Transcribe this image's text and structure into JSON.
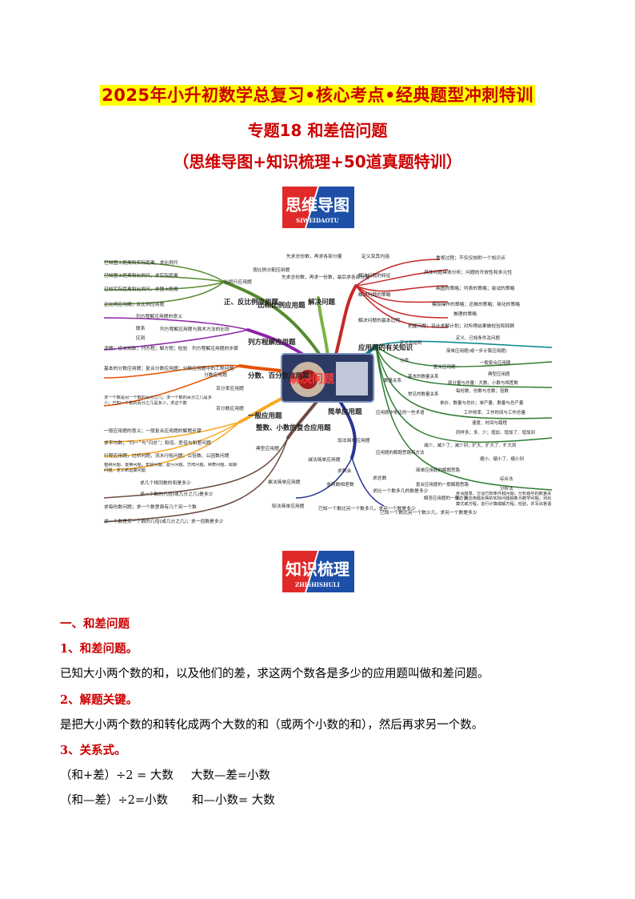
{
  "header": {
    "title": "2025年小升初数学总复习•核心考点•经典题型冲刺特训",
    "subtitle": "专题18  和差倍问题",
    "tagline": "（思维导图+知识梳理+50道真题特训）"
  },
  "badges": {
    "mindmap": {
      "title": "思维导图",
      "pinyin": "SIWEIDAOTU"
    },
    "knowledge": {
      "title": "知识梳理",
      "pinyin": "ZHISHISHULI"
    }
  },
  "mindmap": {
    "center": "解决问题",
    "branches": {
      "b1": "解决问题",
      "b2": "应用题的有关知识",
      "b3": "简单应用题",
      "b4": "整数、小数的复合应用题",
      "b5": "一般应用题",
      "b6": "分数、百分数应用题",
      "b7": "列方程解应用题",
      "b8": "比和比例应用题",
      "b9": "正、反比例应用题"
    },
    "right_top": {
      "n1": "定义及其内涵",
      "n2": "解决问题的特征",
      "n3": "解决问题的策略",
      "n4": "解决问题的基本过程",
      "l1": "重视过程；不仅仅依附一个知识点",
      "l2": "具体问题具体分析；问题的开放性和多元性",
      "l3": "画图的策略；列表的策略；尝试的策略",
      "l4": "模拟操作的策略；还推的策略；简化的策略",
      "l5": "推理的策略",
      "l6": "把握问题；设计求解计划；对所得结果做检验和回顾"
    },
    "right_mid": {
      "n1": "定义及结构",
      "n2": "分类",
      "n3": "数量关系",
      "n4": "应用题中常见的一些术语",
      "n5": "应用题的解题思路和方法",
      "l1": "定义、已知条件及问题",
      "l2": "简单应用题(或一步计算应用题)",
      "l3": "复合应用题",
      "l4": "一般复合应用题",
      "l5": "典型应用题",
      "l6": "基本的数量关系",
      "l7": "部分量与总量：大数、小数与相差数",
      "l8": "每份数、份数与总数；倍数",
      "l9": "常见的数量关系",
      "l10": "单价、数量与总价；单产量、数量与总产量",
      "l11": "工作效率、工作时间与工作总量",
      "l12": "速度、时间与路程",
      "l13": "同样多；多、少；增加、增加了、增加到",
      "l14": "减少、减少了、减少到；扩大、扩大了、扩大到",
      "l15": "缩小、缩小了、缩小到",
      "l16": "简单应用题的解题思路",
      "l17": "复合应用题的一般解题思路",
      "l18": "综合法",
      "l19": "分析法",
      "l20": "解答应用题的一般方法",
      "l21": "弄清题意，分清已知条件和问题；分析题中的数量关系，找应用题反映的实际问题抽象为数学问题；列出算式或方程，进行计算或解方程；检验，并写出答语"
    },
    "bottom": {
      "jia": "加法简单应用题",
      "jian": "减法简单应用题",
      "cheng": "乘法简单应用题",
      "chu": "除法简单应用题",
      "j1": "求总数",
      "j2": "求比一个数多几的数是多少",
      "j3": "已知一个数比另一个数少几，求另一个数是多少",
      "k1": "求剩余",
      "k2": "求两数相差数",
      "k3": "已知一个数比另一个数多几，求另一个数是多少",
      "c1": "求几个相同数的和是多少",
      "c2": "求一个数的几倍(或几分之几)是多少",
      "d1": "求每份数问题；求一个数里面有几个另一个数",
      "d2": "求一个数是另一个数的几倍(或几分之几)；求一倍数是多少"
    },
    "left": {
      "proportion": "按比例分配应用题",
      "prop1": "先求总份数，再求各部分量",
      "prop2": "先求总份数，再求一份数，最后求各部分量",
      "scale": "比例尺应用题",
      "s1": "已知图上距离和实际距离，求比例尺",
      "s2": "已知图上距离和比例尺，求实际距离",
      "s3": "已知实际距离和比例尺，求图上距离",
      "zf": "正比例应用题；反比例应用题",
      "e1": "列方程解应用题的意义",
      "e2": "列方程解应用题与算术方法的比较",
      "e2a": "联系",
      "e2b": "区别",
      "e3": "列方程解应用题的步骤",
      "e3a": "读题；设未知数；列方程；解方程；检验",
      "f1": "分数应用题",
      "f1a": "基本的分数应用题；复合分数应用题；分数应用题中的工程问题",
      "f2": "百分率应用题",
      "f3": "百分数应用题",
      "f3a": "求一个数是另一个数的百分之几；求一个数的百分之几是多少；已知一个数的百分之几是多少，求这个数",
      "g1": "一般应用题的意义；一般复合应用题的解题步骤",
      "typ": "典型应用题",
      "t1": "求平均数；“归一”与“归总”；和倍、差倍与和差问题",
      "t2": "行程应用题，过桥问题，流水行船问题；公倍数、公因数问题",
      "t3": "植树问题、置换问题、年龄问题、盈亏问题、方阵问题、钟表问题、周期问题、定义新运算问题"
    }
  },
  "section": {
    "heading": "一、和差问题",
    "s1_title": "1、和差问题。",
    "s1_text": "已知大小两个数的和，以及他们的差，求这两个数各是多少的应用题叫做和差问题。",
    "s2_title": "2、解题关键。",
    "s2_text": "是把大小两个数的和转化成两个大数的和（或两个小数的和），然后再求另一个数。",
    "s3_title": "3、关系式。",
    "f1a": "（和+差）÷2 = 大数",
    "f1b": "大数—差=小数",
    "f2a": "（和—差）÷2=小数",
    "f2b": "和—小数= 大数"
  },
  "colors": {
    "title_red": "#cc0000",
    "highlight": "#ffff00",
    "badge_red": "#e02a2a",
    "badge_blue": "#1d4fa8"
  }
}
